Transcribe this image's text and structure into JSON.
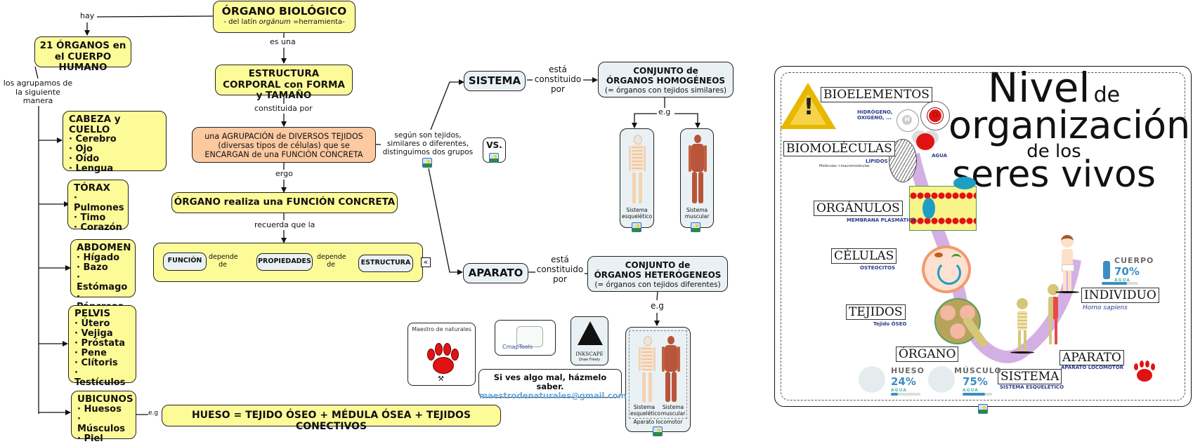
{
  "main": {
    "title": "ÓRGANO BIOLÓGICO",
    "subtitle_pre": "- del latín ",
    "subtitle_em": "orgănum",
    "subtitle_post": " =herramienta-",
    "link_hay": "hay",
    "link_es_una": "es una",
    "structure": "ESTRUCTURA CORPORAL con FORMA y TAMAÑO",
    "link_constituida": "constituida por",
    "grouping_line1": "una AGRUPACIÓN de DIVERSOS TEJIDOS",
    "grouping_line2": "(diversas tipos de células) que se",
    "grouping_line3": "ENCARGAN de una FUNCIÓN CONCRETA",
    "link_ergo": "ergo",
    "function": "ÓRGANO realiza una FUNCIÓN CONCRETA",
    "link_recuerda": "recuerda que la",
    "chain": {
      "item1": "FUNCIÓN",
      "link1": "depende de",
      "item2": "PROPIEDADES",
      "link2": "depende de",
      "item3": "ESTRUCTURA",
      "collapse_icon": "«"
    }
  },
  "organs": {
    "title": "21 ÓRGANOS en el CUERPO HUMANO",
    "link": "los agrupamos de la siguiente manera",
    "groups": [
      {
        "name": "CABEZA y CUELLO",
        "items": [
          "· Cerebro",
          "· Ojo",
          "· Oído",
          "· Lengua"
        ]
      },
      {
        "name": "TÓRAX",
        "items": [
          "· Pulmones",
          "· Timo",
          "· Corazón"
        ]
      },
      {
        "name": "ABDOMEN",
        "items": [
          "· Hígado",
          "· Bazo",
          "· Estómago",
          "· Páncreas"
        ]
      },
      {
        "name": "PELVIS",
        "items": [
          "· Útero",
          "· Vejiga",
          "· Próstata",
          "· Pene",
          "· Clítoris",
          "· Testículos"
        ]
      },
      {
        "name": "UBICUNOS",
        "items": [
          "· Huesos",
          "· Músculos",
          "· Piel"
        ]
      }
    ],
    "eg_label": "e.g",
    "bone": "HUESO = TEJIDO ÓSEO + MÉDULA ÓSEA + TEJIDOS CONECTIVOS"
  },
  "groups": {
    "link": "según son tejidos, similares o diferentes, distinguimos dos grupos",
    "vs": "VS.",
    "sistema": {
      "name": "SISTEMA",
      "link": "está constituido por",
      "def_line1": "CONJUNTO de",
      "def_line2": "ÓRGANOS HOMOGÉNEOS",
      "def_line3": "(= órganos con tejidos similares)",
      "eg": "e.g",
      "examples": [
        "Sistema esquelético",
        "Sistema muscular"
      ]
    },
    "aparato": {
      "name": "APARATO",
      "link": "está constituido por",
      "def_line1": "CONJUNTO de",
      "def_line2": "ÓRGANOS HETERÓGENEOS",
      "def_line3": "(= órganos con tejidos diferentes)",
      "eg": "e.g",
      "example_labels": [
        "Sistema esquelético",
        "Sistema muscular"
      ],
      "example_caption": "Aparato locomotor"
    }
  },
  "credits": {
    "logo_text": "Maestro de naturales",
    "cmap": "CmapTools",
    "inkscape": "INKSCAPE",
    "inkscape_tag": "Draw Freely",
    "feedback": "Si ves algo mal, házmelo saber.",
    "email": "maestrodenaturales@gmail.com"
  },
  "poster": {
    "title_w1": "Nivel",
    "title_w2": "de",
    "title_w3": "organización",
    "title_w4": "de los",
    "title_w5": "seres vivos",
    "levels": {
      "bioelementos": "BIOELEMENTOS",
      "bioelementos_sub": "HIDRÓGENO, OXÍGENO, ...",
      "biomoleculas": "BIOMOLÉCULAS",
      "biomoleculas_sub1": "LÍPIDOS",
      "biomoleculas_sub2": "Moléculas >macromoléculas",
      "agua": "AGUA",
      "organulos": "ORGÁNULOS",
      "organulos_sub": "MEMBRANA PLASMÁTICA",
      "celulas": "CÉLULAS",
      "celulas_sub": "OSTEOCITOS",
      "tejidos": "TEJIDOS",
      "tejidos_sub": "Tejido ÓSEO",
      "organo": "ÓRGANO",
      "sistema": "SISTEMA",
      "sistema_sub": "SISTEMA ESQUELÉTICO",
      "aparato": "APARATO",
      "aparato_sub": "APARATO LOCOMOTOR",
      "individuo": "INDIVIDUO",
      "individuo_sub": "Homo sapiens"
    },
    "atoms": {
      "h": "H",
      "o": "O"
    },
    "stats": [
      {
        "name": "HUESO",
        "percent": "24%",
        "label": "AGUA",
        "fraction": 0.24
      },
      {
        "name": "MÚSCULO",
        "percent": "75%",
        "label": "AGUA",
        "fraction": 0.75
      },
      {
        "name": "CUERPO",
        "percent": "70%",
        "label": "AGUA",
        "fraction": 0.7
      }
    ]
  },
  "colors": {
    "concept_yellow": "#fdfb98",
    "concept_peach": "#fcc9a0",
    "concept_grey": "#eaf1f4",
    "email_blue": "#6aa9dc",
    "poster_purple": "#cfa6e0"
  }
}
